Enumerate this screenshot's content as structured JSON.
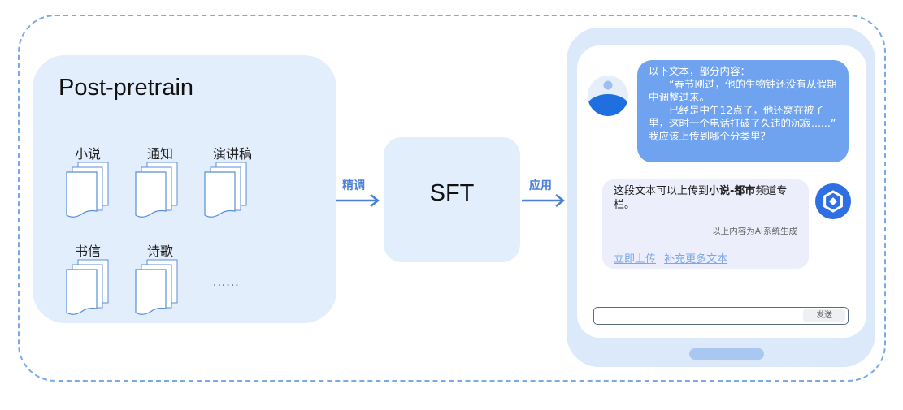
{
  "pretrain": {
    "title": "Post-pretrain",
    "categories": [
      "小说",
      "通知",
      "演讲稿",
      "书信",
      "诗歌"
    ],
    "ellipsis": "......"
  },
  "arrows": {
    "finetune": "精调",
    "apply": "应用"
  },
  "sft": {
    "label": "SFT"
  },
  "chat": {
    "user_message": {
      "line1": "以下文本，部分内容：",
      "para1": "“春节刚过，他的生物钟还没有从假期中调整过来。",
      "para2": "已经是中午12点了，他还窝在被子里，这时一个电话打破了久违的沉寂......”",
      "question": "我应该上传到哪个分类里？"
    },
    "ai_message": {
      "prefix": "这段文本可以上传到",
      "highlight": "小说-都市",
      "suffix": "频道专栏。",
      "note": "以上内容为AI系统生成",
      "link_upload": "立即上传",
      "link_more": "补充更多文本"
    },
    "input": {
      "send_label": "发送"
    }
  },
  "colors": {
    "accent": "#4a80d6",
    "panel_bg": "#e3eefc",
    "user_bubble": "#6fa3ef",
    "ai_bubble": "#eceefb",
    "dashed_border": "#7aaae6"
  }
}
